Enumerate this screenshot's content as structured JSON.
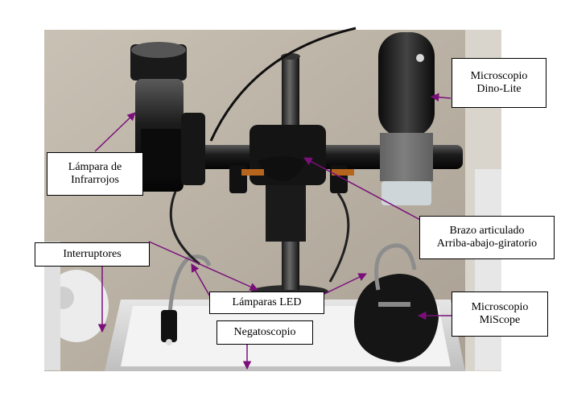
{
  "image": {
    "description_colors": {
      "arrow": "#7a0f7a",
      "label_border": "#000000",
      "label_background": "#ffffff"
    }
  },
  "labels": {
    "microscopio_dino": {
      "line1": "Microscopio",
      "line2": "Dino-Lite"
    },
    "lampara_ir": {
      "line1": "Lámpara de",
      "line2": "Infrarrojos"
    },
    "brazo": {
      "line1": "Brazo articulado",
      "line2": "Arriba-abajo-giratorio"
    },
    "interruptores": {
      "line1": "Interruptores"
    },
    "lamparas_led": {
      "line1": "Lámparas  LED"
    },
    "microscopio_miscope": {
      "line1": "Microscopio",
      "line2": "MiScope"
    },
    "negatoscopio": {
      "line1": "Negatoscopio"
    }
  }
}
